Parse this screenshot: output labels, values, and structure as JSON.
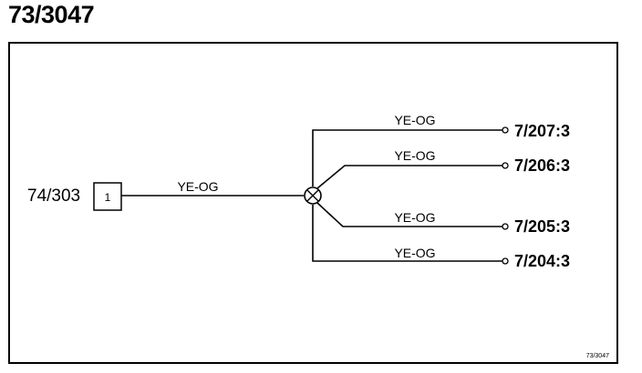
{
  "title": "73/3047",
  "reference": "73/3047",
  "source": {
    "label": "74/303",
    "pin": "1"
  },
  "main_wire": {
    "color_code": "YE-OG"
  },
  "branches": [
    {
      "color_code": "YE-OG",
      "target": "7/207:3"
    },
    {
      "color_code": "YE-OG",
      "target": "7/206:3"
    },
    {
      "color_code": "YE-OG",
      "target": "7/205:3"
    },
    {
      "color_code": "YE-OG",
      "target": "7/204:3"
    }
  ],
  "splice_icon": "circle-x-splice-icon"
}
